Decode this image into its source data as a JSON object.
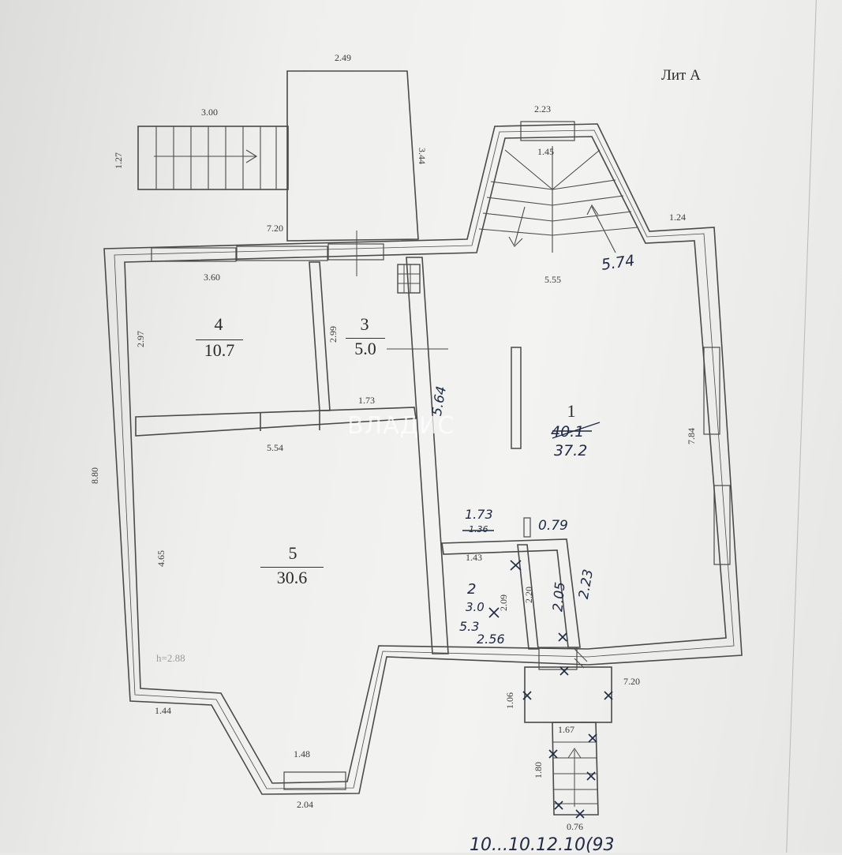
{
  "title": "Лит А",
  "watermark": "ВЛАДИС",
  "ceiling_note": "h=2.88",
  "footer_text": "10...10.12.10(93",
  "rooms": [
    {
      "number": "1",
      "area_old": "40.1",
      "area": "37.2"
    },
    {
      "number": "2",
      "area_old": "3.0",
      "area": "5.3"
    },
    {
      "number": "3",
      "area": "5.0"
    },
    {
      "number": "4",
      "area": "10.7"
    },
    {
      "number": "5",
      "area": "30.6"
    }
  ],
  "dimensions": {
    "d_2_49": "2.49",
    "d_3_00": "3.00",
    "d_1_27": "1.27",
    "d_3_44": "3.44",
    "d_2_23": "2.23",
    "d_1_45": "1.45",
    "d_1_24": "1.24",
    "d_7_20_top": "7.20",
    "d_3_60": "3.60",
    "d_5_55": "5.55",
    "d_2_97": "2.97",
    "d_2_99": "2.99",
    "d_1_73": "1.73",
    "d_5_54": "5.54",
    "d_8_80": "8.80",
    "d_7_84": "7.84",
    "d_4_65": "4.65",
    "d_1_43": "1.43",
    "d_2_09": "2.09",
    "d_2_20": "2.20",
    "d_7_20_right": "7.20",
    "d_1_06": "1.06",
    "d_1_67": "1.67",
    "d_1_80": "1.80",
    "d_0_76": "0.76",
    "d_1_44": "1.44",
    "d_1_48": "1.48",
    "d_2_04": "2.04"
  },
  "handwritten": {
    "h_5_74": "5.74",
    "h_5_64": "5.64",
    "h_1_73": "1.73",
    "h_1_36": "1.36",
    "h_0_79": "0.79",
    "h_2_05": "2.05",
    "h_2_23": "2.23",
    "h_2_56": "2.56"
  }
}
